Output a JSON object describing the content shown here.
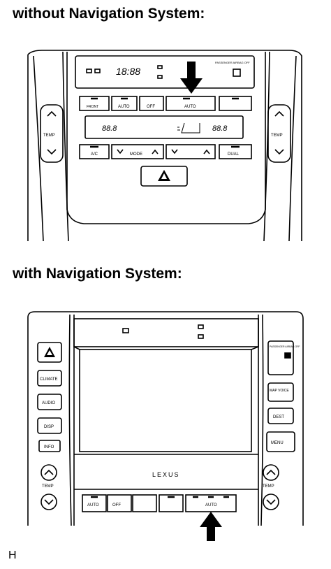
{
  "headings": {
    "without_nav": "without Navigation System:",
    "with_nav": "with Navigation System:"
  },
  "top_panel": {
    "clock": "18:88",
    "passenger_airbag": "PASSENGER AIRBAG OFF",
    "buttons_row1": [
      "FRONT",
      "AUTO",
      "OFF",
      "AUTO",
      ""
    ],
    "temp_left": "TEMP",
    "temp_right": "TEMP",
    "display_left": "88.8",
    "display_right": "88.8",
    "buttons_row3": [
      "A/C",
      "MODE",
      "",
      "DUAL"
    ]
  },
  "bottom_panel": {
    "left_buttons": [
      "CLIMATE",
      "AUDIO",
      "DISP",
      "INFO"
    ],
    "right_buttons": [
      "MAP VOICE",
      "DEST",
      "MENU"
    ],
    "passenger_airbag": "PASSENGER AIRBAG OFF",
    "brand": "LEXUS",
    "temp_left": "TEMP",
    "temp_right": "TEMP",
    "bottom_buttons": [
      "AUTO",
      "OFF",
      "",
      "",
      "AUTO",
      ""
    ]
  },
  "footer_label": "H",
  "icons": [
    "hazard-icon",
    "arrow-down-icon",
    "arrow-up-icon",
    "fan-icon",
    "chevron-up-icon",
    "chevron-down-icon"
  ]
}
